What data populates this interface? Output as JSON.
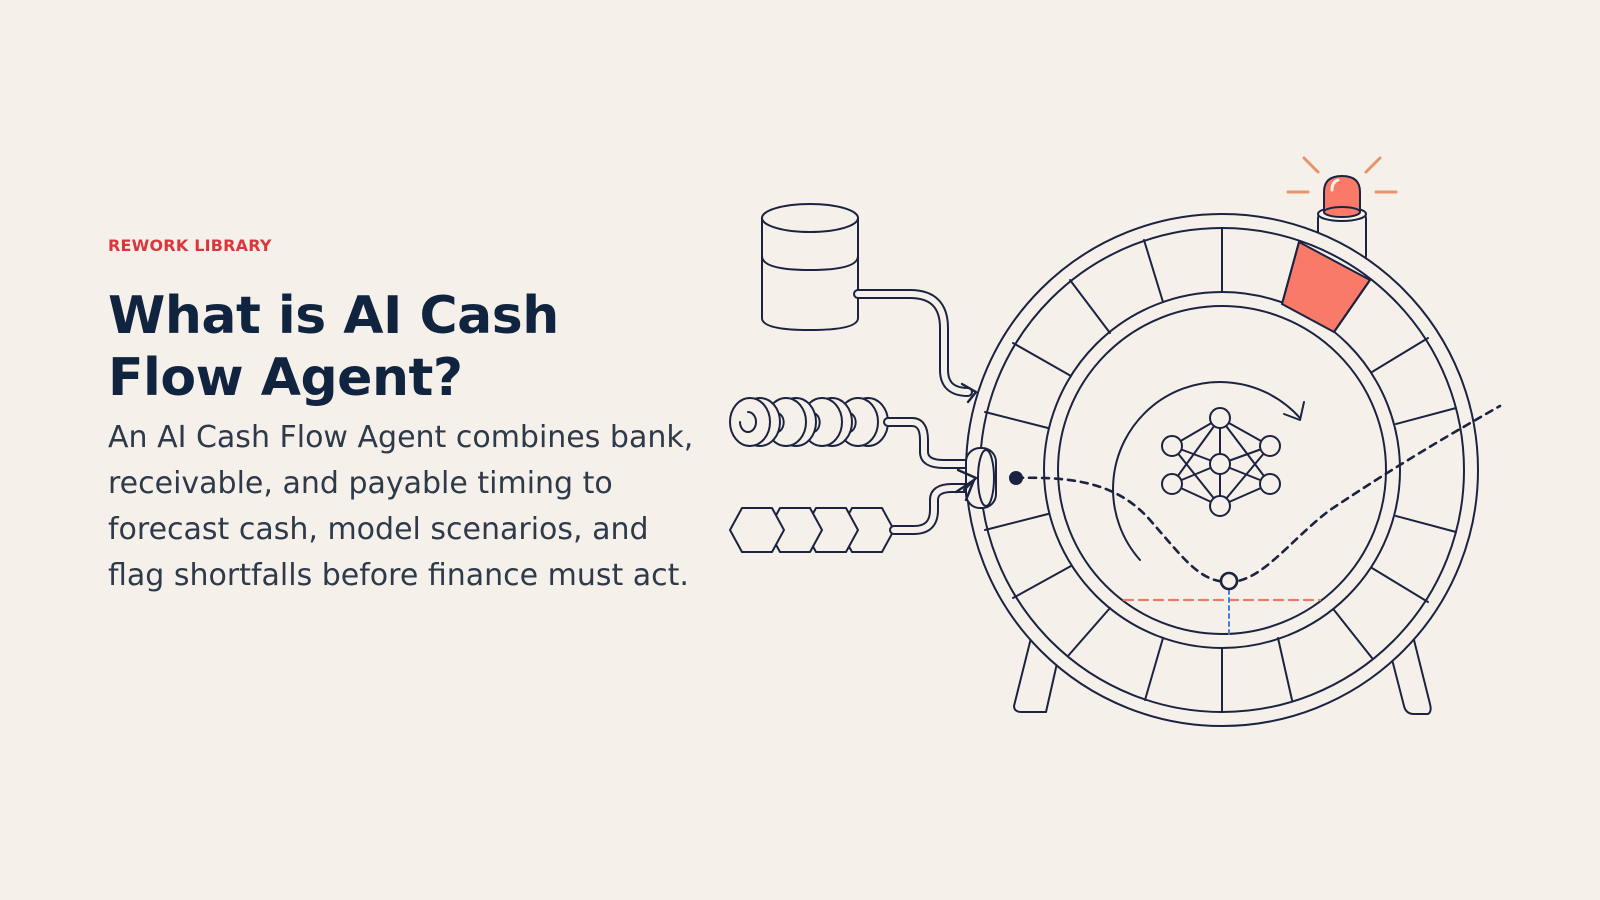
{
  "header": {
    "eyebrow": "REWORK LIBRARY"
  },
  "main": {
    "title": "What is AI Cash Flow Agent?",
    "description": "An AI Cash Flow Agent combines bank, receivable, and payable timing to forecast cash, model scenarios, and flag shortfalls before finance must act."
  },
  "colors": {
    "background": "#f5f1ea",
    "ink": "#1b2340",
    "accent_red": "#d9363e",
    "alert_coral": "#fa7a6a",
    "dashed_blue": "#4a7fd4",
    "title_navy": "#10233f"
  },
  "illustration": {
    "icons": [
      "database-cylinder-icon",
      "coin-stack-icon",
      "hexagon-chain-icon",
      "neural-network-icon",
      "alert-beacon-icon",
      "forecast-wheel-icon"
    ]
  }
}
